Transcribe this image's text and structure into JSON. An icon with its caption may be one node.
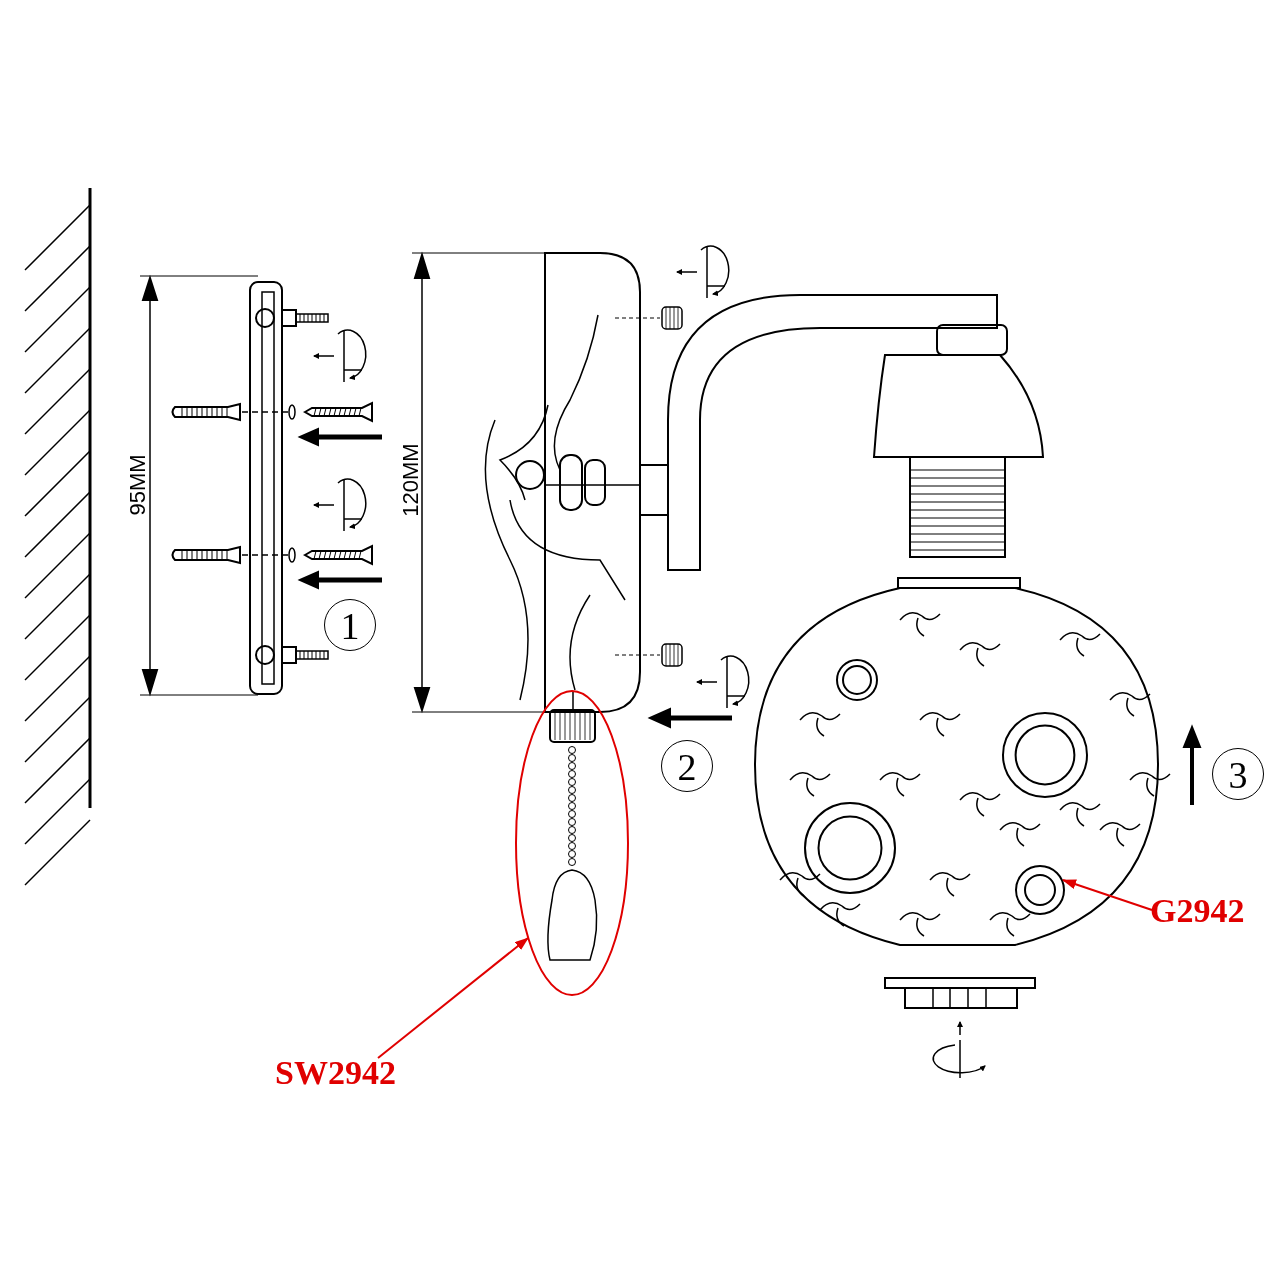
{
  "diagram": {
    "nodes": [
      {
        "text": [
          "SW2942"
        ]
      },
      {
        "text": [],
        "shape": "circle"
      },
      {
        "text": [
          "G2942"
        ]
      },
      {
        "text": [],
        "shape": "circle"
      }
    ],
    "edges": [
      {
        "from": 0,
        "to": 1,
        "arrow": "to"
      },
      {
        "from": 2,
        "to": 3,
        "arrow": "to"
      }
    ],
    "labels": [
      "95MM",
      "120MM",
      "1",
      "2",
      "3"
    ]
  }
}
